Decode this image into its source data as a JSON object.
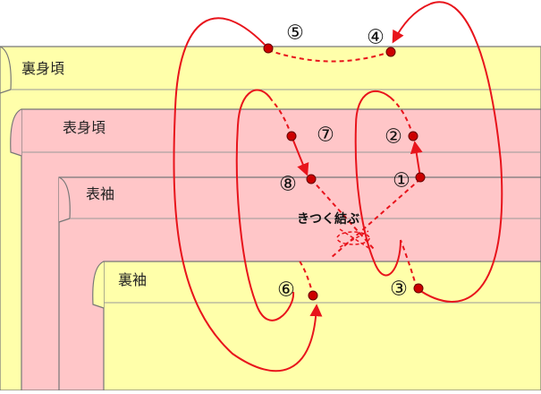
{
  "colors": {
    "yellow_fabric": "#ffffaa",
    "pink_fabric": "#ffc6c8",
    "edge": "#777777",
    "thread": "#e8141c",
    "dot": "#cc0000"
  },
  "panels": {
    "ura_migoro": "裏身頃",
    "omote_migoro": "表身頃",
    "omote_sode": "表袖",
    "ura_sode": "裏袖"
  },
  "knot_label": "きつく結ぶ",
  "steps": {
    "s1": "①",
    "s2": "②",
    "s3": "③",
    "s4": "④",
    "s5": "⑤",
    "s6": "⑥",
    "s7": "⑦",
    "s8": "⑧"
  }
}
